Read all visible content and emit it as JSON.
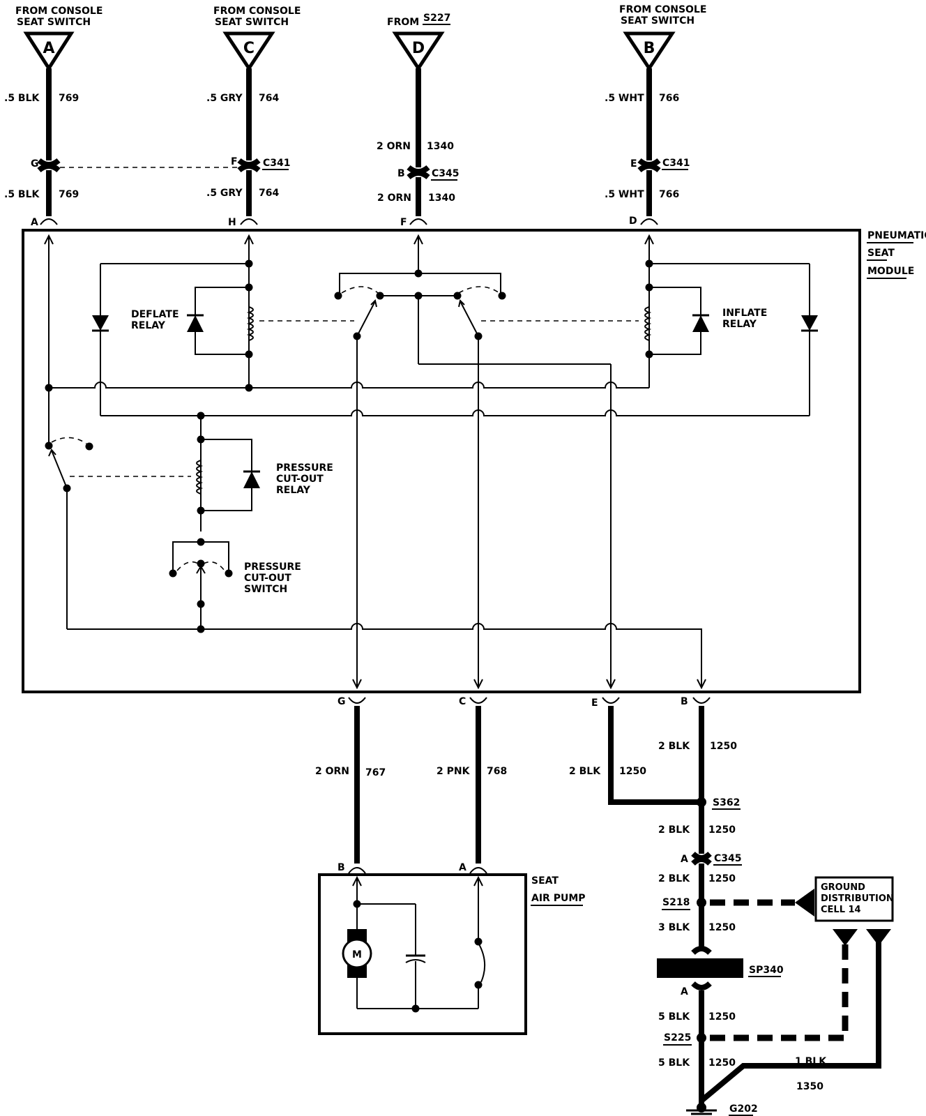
{
  "sources": {
    "a": {
      "top": "FROM CONSOLE",
      "bottom": "SEAT SWITCH",
      "letter": "A"
    },
    "c": {
      "top": "FROM CONSOLE",
      "bottom": "SEAT SWITCH",
      "letter": "C"
    },
    "d": {
      "prefix": "FROM",
      "splice": "S227",
      "letter": "D"
    },
    "b": {
      "top": "FROM CONSOLE",
      "bottom": "SEAT SWITCH",
      "letter": "B"
    }
  },
  "wires": {
    "a_upper": {
      "gauge": ".5 BLK",
      "circuit": "769"
    },
    "a_lower": {
      "gauge": ".5 BLK",
      "circuit": "769"
    },
    "c_upper": {
      "gauge": ".5 GRY",
      "circuit": "764"
    },
    "c_lower": {
      "gauge": ".5 GRY",
      "circuit": "764"
    },
    "d_upper": {
      "gauge": "2 ORN",
      "circuit": "1340"
    },
    "d_lower": {
      "gauge": "2 ORN",
      "circuit": "1340"
    },
    "b_upper": {
      "gauge": ".5 WHT",
      "circuit": "766"
    },
    "b_lower": {
      "gauge": ".5 WHT",
      "circuit": "766"
    },
    "g": {
      "gauge": "2 ORN",
      "circuit": "767"
    },
    "c2": {
      "gauge": "2 PNK",
      "circuit": "768"
    },
    "e": {
      "gauge": "2 BLK",
      "circuit": "1250"
    },
    "b2": {
      "gauge": "2 BLK",
      "circuit": "1250"
    },
    "s362_down": {
      "gauge": "2 BLK",
      "circuit": "1250"
    },
    "c345_down": {
      "gauge": "2 BLK",
      "circuit": "1250"
    },
    "s218_down": {
      "gauge": "3 BLK",
      "circuit": "1250"
    },
    "sp340_down": {
      "gauge": "5 BLK",
      "circuit": "1250"
    },
    "s225_down": {
      "gauge": "5 BLK",
      "circuit": "1250"
    },
    "g202_branch": {
      "gauge": "1 BLK",
      "circuit": "1350"
    }
  },
  "connectors": {
    "c341_left": {
      "pin_a": "G",
      "pin_b": "F",
      "name": "C341"
    },
    "c345_top": {
      "pin": "B",
      "name": "C345"
    },
    "c341_right": {
      "pin": "E",
      "name": "C341"
    },
    "module_top_pins": [
      "A",
      "H",
      "F",
      "D"
    ],
    "module_bottom_pins": [
      "G",
      "C",
      "E",
      "B"
    ],
    "pump_pins": [
      "B",
      "A"
    ],
    "c345_lower": {
      "pin": "A",
      "name": "C345"
    },
    "sp340": {
      "pin": "A",
      "name": "SP340"
    }
  },
  "splices": {
    "s362": "S362",
    "s218": "S218",
    "s225": "S225"
  },
  "ground": "G202",
  "module": {
    "line1": "PNEUMATIC",
    "line2": "SEAT",
    "line3": "MODULE"
  },
  "components": {
    "deflate_relay": [
      "DEFLATE",
      "RELAY"
    ],
    "inflate_relay": [
      "INFLATE",
      "RELAY"
    ],
    "pressure_relay": [
      "PRESSURE",
      "CUT-OUT",
      "RELAY"
    ],
    "pressure_switch": [
      "PRESSURE",
      "CUT-OUT",
      "SWITCH"
    ],
    "motor": "M"
  },
  "pump": {
    "line1": "SEAT",
    "line2": "AIR PUMP"
  },
  "ground_distribution": [
    "GROUND",
    "DISTRIBUTION",
    "CELL  14"
  ]
}
